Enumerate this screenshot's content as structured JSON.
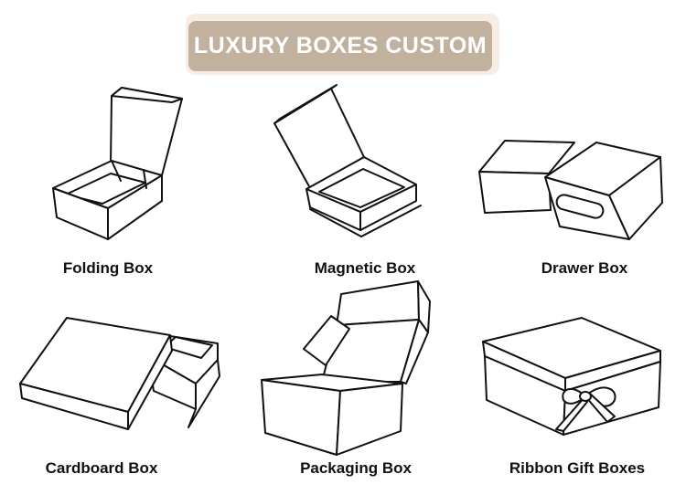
{
  "banner": {
    "title": "LUXURY BOXES CUSTOM"
  },
  "colors": {
    "banner_bg": "#c2b19f",
    "banner_glow": "#f7ede4",
    "line": "#111111"
  },
  "boxes": [
    {
      "label": "Folding Box",
      "icon": "folding-box-icon"
    },
    {
      "label": "Magnetic Box",
      "icon": "magnetic-box-icon"
    },
    {
      "label": "Drawer Box",
      "icon": "drawer-box-icon"
    },
    {
      "label": "Cardboard Box",
      "icon": "cardboard-box-icon"
    },
    {
      "label": "Packaging Box",
      "icon": "packaging-box-icon"
    },
    {
      "label": "Ribbon Gift Boxes",
      "icon": "ribbon-gift-box-icon"
    }
  ]
}
